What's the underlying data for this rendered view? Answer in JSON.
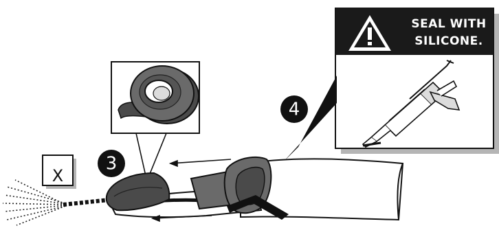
{
  "warning": {
    "icon": "warning-triangle-icon",
    "line1": "SEAL WITH",
    "line2": "SILICONE."
  },
  "steps": [
    {
      "number": "3",
      "item": "tape-roll-icon"
    },
    {
      "number": "4",
      "item": "caulking-gun-icon"
    }
  ],
  "incorrect_marker": "X",
  "colors": {
    "ink": "#111111",
    "banner": "#1a1a1a",
    "tape": "#4a4a4a",
    "shadow": "#b5b5b5"
  }
}
